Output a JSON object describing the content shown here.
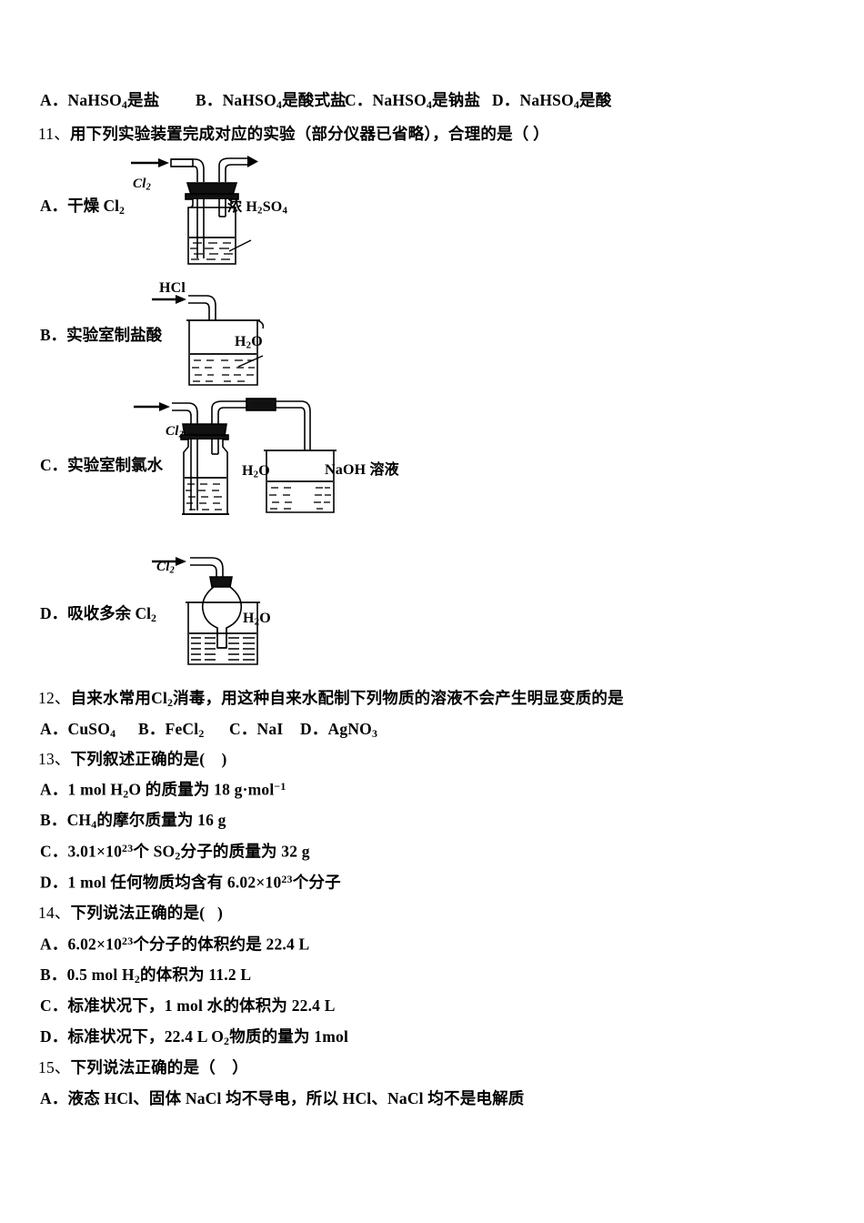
{
  "document": {
    "type": "chemistry-exam-page",
    "language": "zh-CN"
  },
  "q10_options_line": {
    "a": "A．NaHSO4是盐",
    "b": "B．NaHSO4是酸式盐",
    "c": "C．NaHSO4是钠盐",
    "d": "D．NaHSO4是酸"
  },
  "questions": [
    {
      "number": "11、",
      "stem": "用下列实验装置完成对应的实验（部分仪器已省略），合理的是（  ）",
      "options": [
        {
          "label": "A．",
          "text": "干燥 Cl2"
        },
        {
          "label": "B．",
          "text": "实验室制盐酸"
        },
        {
          "label": "C．",
          "text": "实验室制氯水"
        },
        {
          "label": "D．",
          "text": "吸收多余 Cl2"
        }
      ]
    },
    {
      "number": "12、",
      "stem": "自来水常用Cl2消毒，用这种自来水配制下列物质的溶液不会产生明显变质的是",
      "options_inline": [
        "A．CuSO4",
        "B．FeCl2",
        "C．NaI",
        "D．AgNO3"
      ]
    },
    {
      "number": "13、",
      "stem": "下列叙述正确的是(    )",
      "options": [
        {
          "label": "A．",
          "text": "1 mol H2O 的质量为 18 g·mol−1"
        },
        {
          "label": "B．",
          "text": "CH4的摩尔质量为 16 g"
        },
        {
          "label": "C．",
          "text": "3.01×1023个 SO2分子的质量为 32 g"
        },
        {
          "label": "D．",
          "text": "1 mol 任何物质均含有 6.02×1023个分子"
        }
      ]
    },
    {
      "number": "14、",
      "stem": "下列说法正确的是(   )",
      "options": [
        {
          "label": "A．",
          "text": "6.02×1023个分子的体积约是 22.4 L"
        },
        {
          "label": "B．",
          "text": "0.5 mol H2的体积为 11.2 L"
        },
        {
          "label": "C．",
          "text": "标准状况下，1 mol 水的体积为 22.4 L"
        },
        {
          "label": "D．",
          "text": "标准状况下，22.4 L O2物质的量为 1mol"
        }
      ]
    },
    {
      "number": "15、",
      "stem": "下列说法正确的是（    ）",
      "options": [
        {
          "label": "A．",
          "text": "液态 HCl、固体 NaCl 均不导电，所以 HCl、NaCl 均不是电解质"
        }
      ]
    }
  ],
  "diagrams": {
    "a": {
      "name": "gas-washing-bottle-drying-cl2",
      "gas_label": "Cl2",
      "reagent_label": "浓 H2SO4"
    },
    "b": {
      "name": "hcl-tube-into-water-beaker",
      "gas_label": "HCl",
      "liquid_label": "H2O"
    },
    "c": {
      "name": "chlorine-water-with-naoh-absorber",
      "gas_label": "Cl2",
      "liquid_label": "H2O",
      "absorber_label": "NaOH 溶液"
    },
    "d": {
      "name": "inverted-funnel-absorbing-cl2",
      "gas_label": "Cl2",
      "liquid_label": "H2O"
    }
  },
  "colors": {
    "ink": "#000000",
    "paper": "#ffffff"
  }
}
